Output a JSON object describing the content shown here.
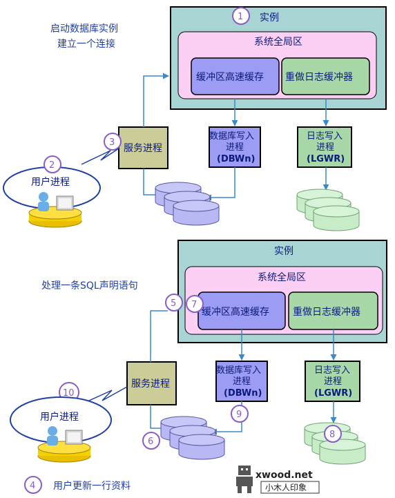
{
  "top": {
    "caption_line1": "启动数据库实例",
    "caption_line2": "建立一个连接",
    "instance_title": "实例",
    "sga_title": "系统全局区",
    "buffer_cache": "缓冲区高速缓存",
    "redo_buffer": "重做日志缓冲器",
    "server_process": "服务进程",
    "dbwr_line1": "数据库写入",
    "dbwr_line2": "进程",
    "dbwr_line3": "(DBWn)",
    "lgwr_line1": "日志写入",
    "lgwr_line2": "进程",
    "lgwr_line3": "(LGWR)",
    "user_process": "用户进程",
    "steps": [
      "1",
      "2",
      "3"
    ]
  },
  "bottom": {
    "caption": "处理一条SQL声明语句",
    "instance_title": "实例",
    "sga_title": "系统全局区",
    "buffer_cache": "缓冲区高速缓存",
    "redo_buffer": "重做日志缓冲器",
    "server_process": "服务进程",
    "dbwr_line1": "数据库写入",
    "dbwr_line2": "进程",
    "dbwr_line3": "(DBWn)",
    "lgwr_line1": "日志写入",
    "lgwr_line2": "进程",
    "lgwr_line3": "(LGWR)",
    "user_process": "用户进程",
    "steps": [
      "4",
      "5",
      "6",
      "7",
      "8",
      "9",
      "10"
    ],
    "step4_text": "用户更新一行资料"
  },
  "watermark": {
    "brand": "xwood.net",
    "subtitle": "小木人印象"
  },
  "colors": {
    "instance_fill": "#a8d4d4",
    "sga_fill": "#fcd0f4",
    "buffer_fill": "#9c9cf4",
    "redo_fill": "#a8d8a8",
    "server_fill": "#cccc99",
    "disk_blue": "#b8b8f4",
    "disk_green": "#c8ecc8",
    "step_circle": "#8a5cc8"
  }
}
